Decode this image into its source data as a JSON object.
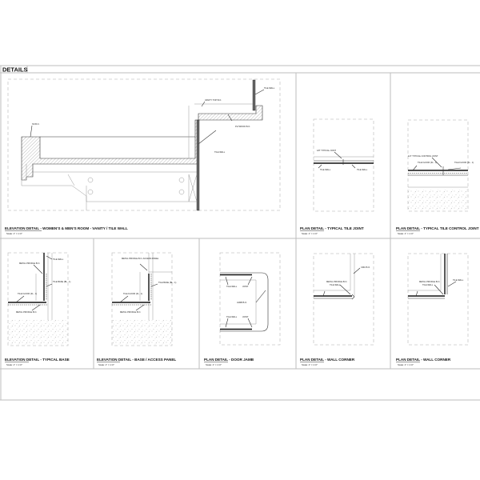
{
  "sheet": {
    "header": "DETAILS"
  },
  "details": [
    {
      "title": "ELEVATION DETAIL - WOMEN'S & MEN'S ROOM - VANITY / TILE WALL",
      "scale": "Scale: 1\" = 1'-0\"",
      "labels": [
        "VANITY TOP B.O.",
        "TILE WALL",
        "PLYWOOD B.O.",
        "TILE WALL",
        "SS B.O."
      ]
    },
    {
      "title": "PLAN DETAIL - TYPICAL TILE JOINT",
      "scale": "Scale: 1\" = 1'-0\"",
      "labels": [
        "1/8\" TYPICAL JOINT",
        "TILE WALL",
        "TILE WALL"
      ]
    },
    {
      "title": "PLAN DETAIL - TYPICAL TILE CONTROL JOINT",
      "scale": "Scale: 1\" = 1'-0\"",
      "labels": [
        "1/4\" TYPICAL CONTROL JOINT",
        "TILE FLOOR (FL - 1)",
        "TILE FLOOR (FL - 1)"
      ]
    },
    {
      "title": "ELEVATION DETAIL - TYPICAL BASE",
      "scale": "Scale: 1\" = 1'-0\"",
      "labels": [
        "TILE WALL",
        "METAL PROFILE B.O.",
        "TILE BASE (BL - 1)",
        "TILE FLOOR (FL - 1)",
        "METAL PROFILE B.O."
      ]
    },
    {
      "title": "ELEVATION DETAIL - BASE / ACCESS PANEL",
      "scale": "Scale: 1\" = 1'-0\"",
      "labels": [
        "METAL PROFILE B.O. ACCESS PANEL",
        "TILE BASE (BL - 1)",
        "TILE FLOOR (FL - 1)",
        "METAL PROFILE B.O."
      ]
    },
    {
      "title": "PLAN DETAIL - DOOR JAMB",
      "scale": "Scale: 1\" = 1'-0\"",
      "labels": [
        "TILE WALL",
        "JOINT",
        "JAMB B.O.",
        "TILE WALL",
        "JOINT"
      ]
    },
    {
      "title": "PLAN DETAIL - WALL CORNER",
      "scale": "Scale: 1\" = 1'-0\"",
      "labels": [
        "CMU B.O.",
        "METAL PROFILE B.O.",
        "TILE WALL"
      ]
    },
    {
      "title": "PLAN DETAIL - WALL CORNER",
      "scale": "Scale: 1\" = 1'-0\"",
      "labels": [
        "TILE WALL",
        "METAL PROFILE B.O.",
        "TILE WALL"
      ]
    }
  ]
}
